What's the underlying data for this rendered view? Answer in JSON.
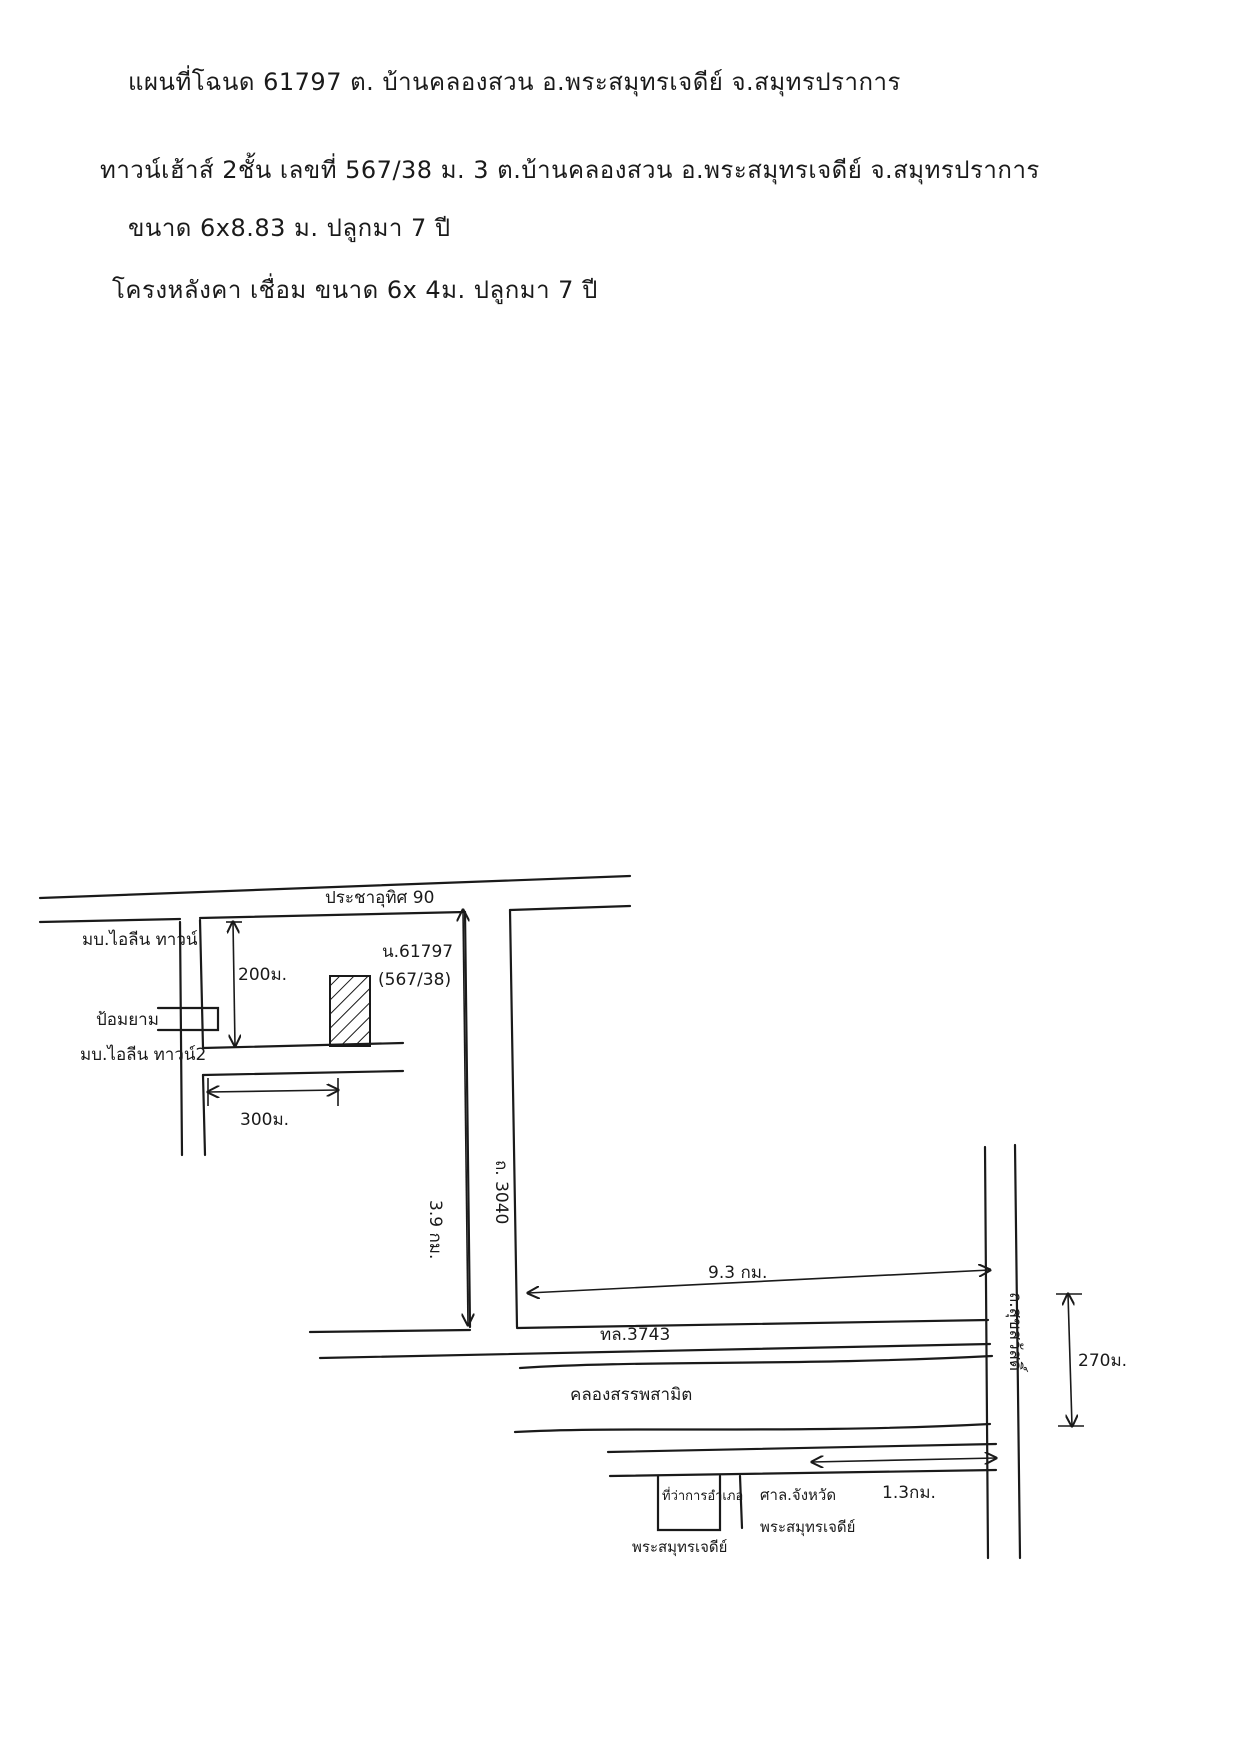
{
  "header": {
    "line1": "แผนที่โฉนด 61797 ต. บ้านคลองสวน อ.พระสมุทรเจดีย์ จ.สมุทรปราการ",
    "line2": "ทาวน์เฮ้าส์ 2ชั้น เลขที่ 567/38 ม. 3 ต.บ้านคลองสวน อ.พระสมุทรเจดีย์ จ.สมุทรปราการ",
    "line3": "ขนาด 6x8.83 ม. ปลูกมา 7 ปี",
    "line4": "โครงหลังคา เชื่อม ขนาด 6x 4ม. ปลูกมา 7 ปี"
  },
  "map": {
    "road_top": "ประชาอุทิศ 90",
    "village_top": "มบ.ไอลีน ทาวน์",
    "village_lower": "มบ.ไอลีน ทาวน์2",
    "gate_label": "ป้อมยาม",
    "dist_200": "200ม.",
    "dist_300": "300ม.",
    "plot_label": "น.61797",
    "plot_house_no": "(567/38)",
    "dist_3_9km": "3.9 กม.",
    "road_3040": "ถ. 3040",
    "dist_9_3km": "9.3 กม.",
    "road_3743": "ทล.3743",
    "canal": "คลองสรรพสามิต",
    "road_right": "ถ.สุขสวัสดิ์",
    "dist_270": "270ม.",
    "dist_1_3km": "1.3กม.",
    "landmark_1": "ที่ว่าการอำเภอ",
    "landmark_2": "ศาล.จังหวัด",
    "landmark_3": "พระสมุทรเจดีย์",
    "landmark_4": "พระสมุทรเจดีย์"
  }
}
